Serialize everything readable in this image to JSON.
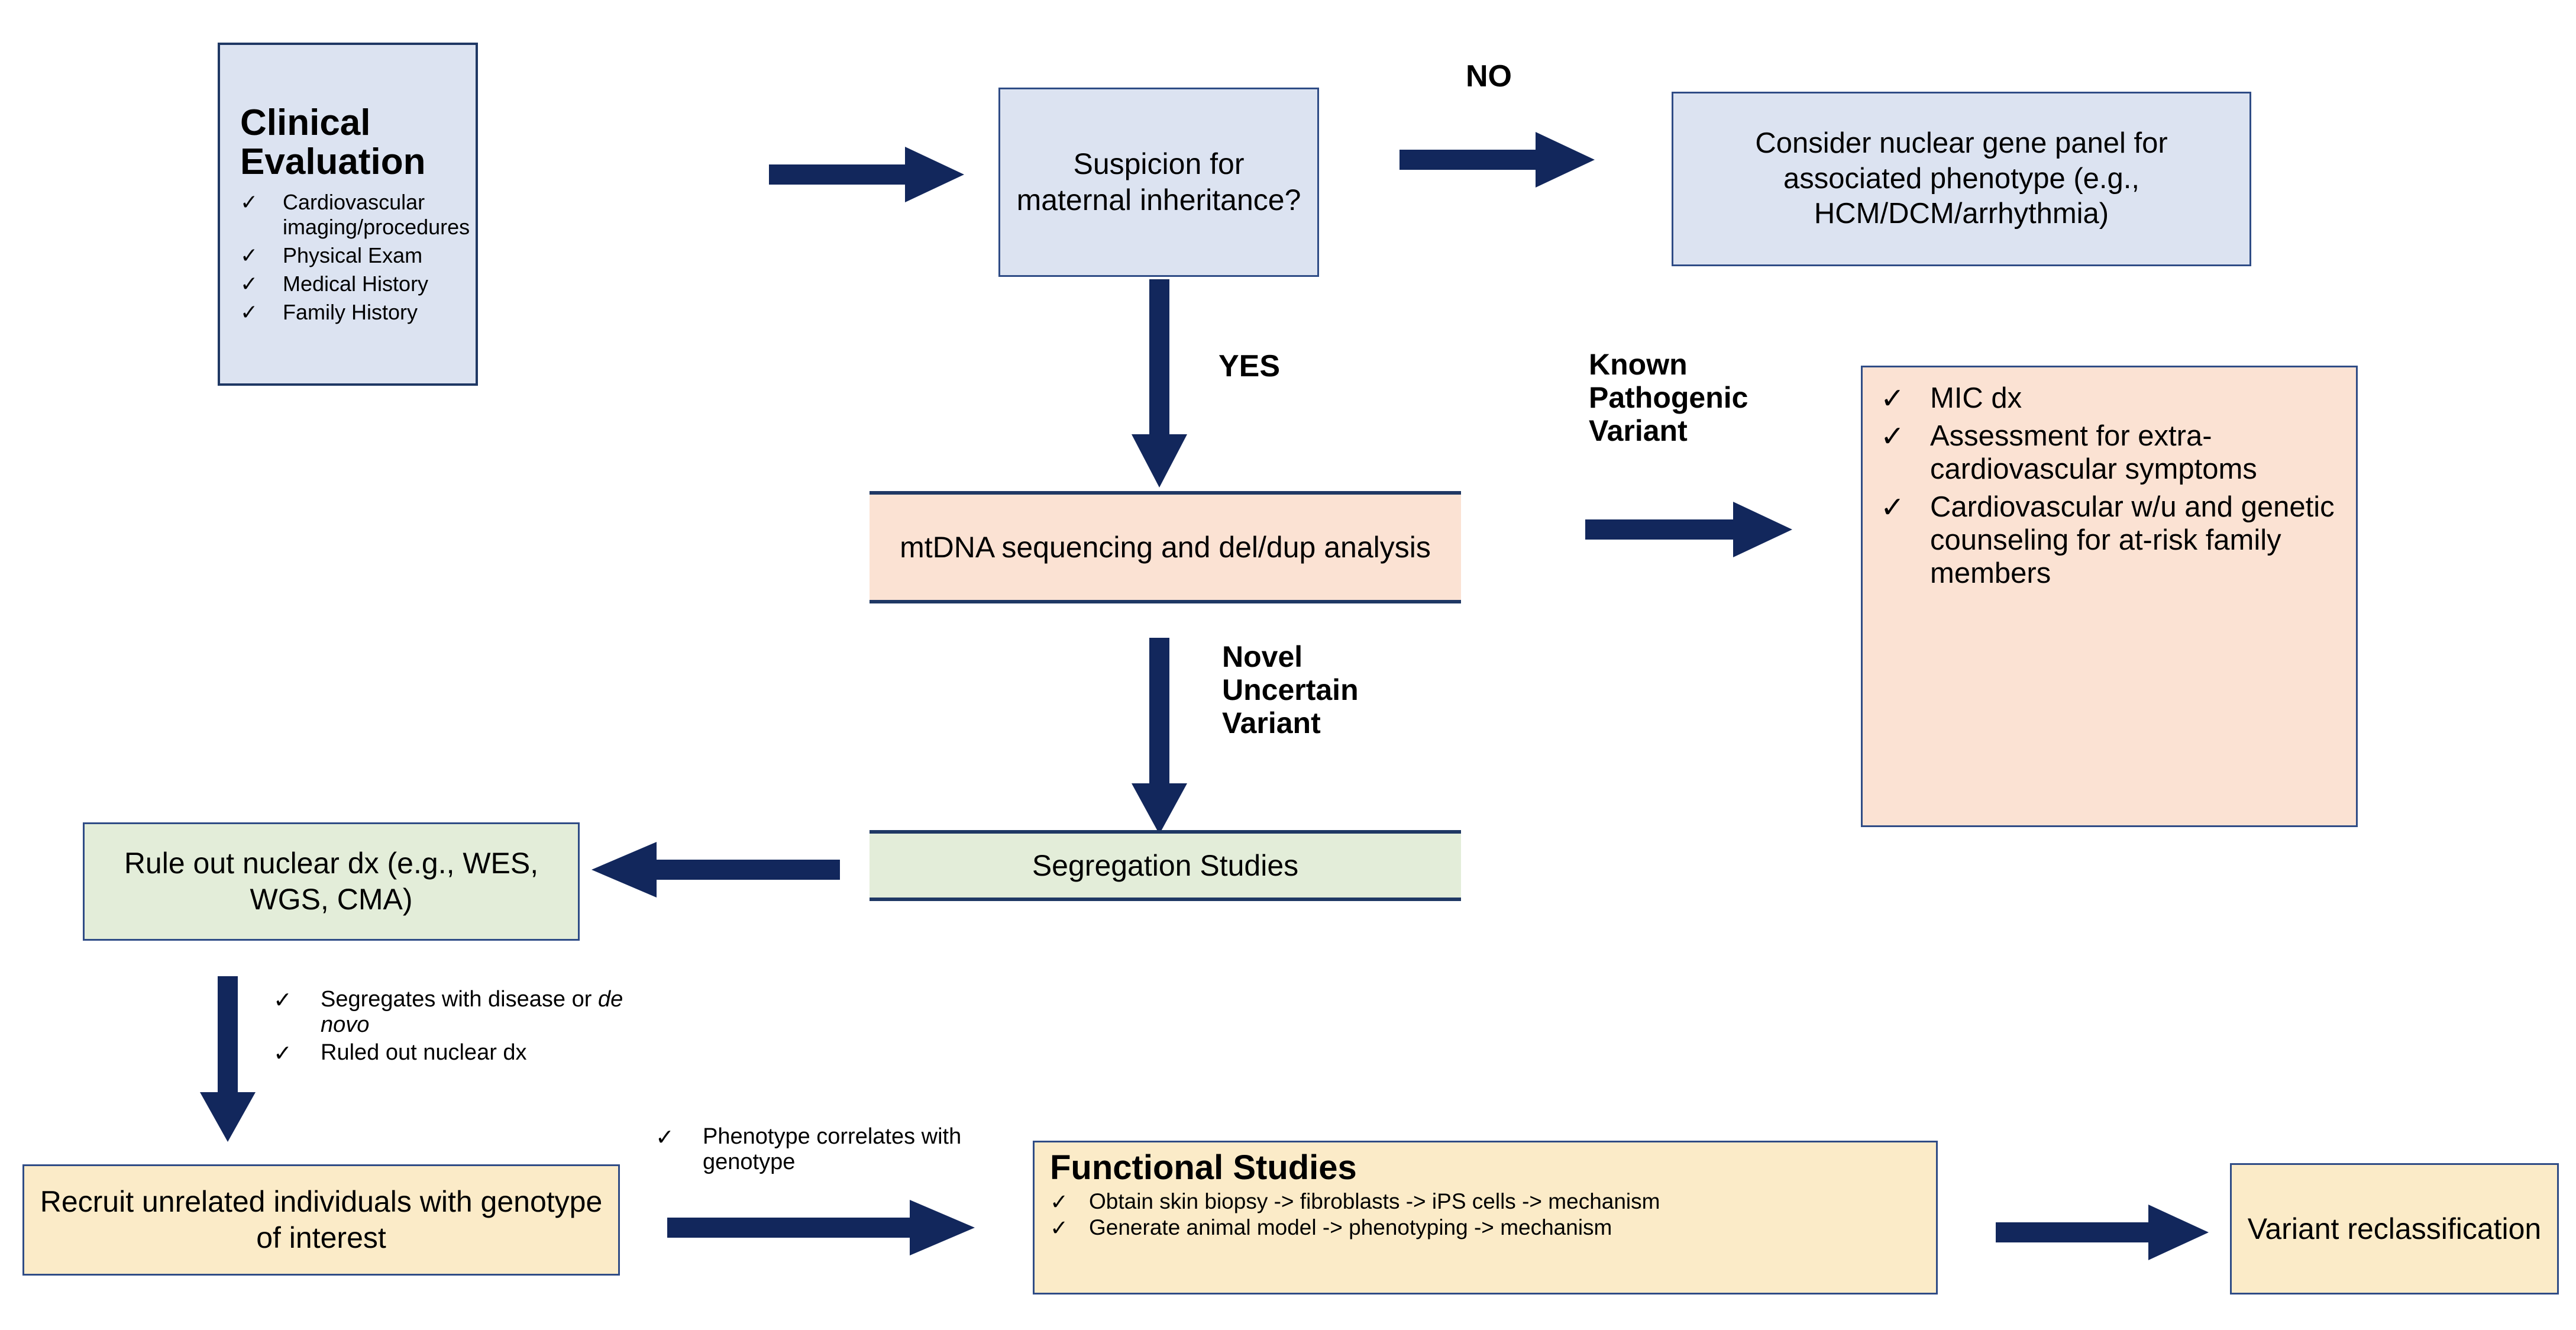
{
  "colors": {
    "arrow": "#12275C",
    "border_navy": "#1F3864",
    "fill_blue": "#DCE3F1",
    "fill_peach": "#FBE2D3",
    "fill_green": "#E3EDD9",
    "fill_yellow": "#FBEBC8",
    "text": "#000000"
  },
  "nodes": {
    "clinical_evaluation": {
      "title": "Clinical Evaluation",
      "items": [
        "Cardiovascular imaging/procedures",
        "Physical Exam",
        "Medical History",
        "Family History"
      ]
    },
    "suspicion": {
      "text": "Suspicion for maternal inheritance?"
    },
    "nuclear_panel": {
      "text": "Consider nuclear gene panel for associated phenotype (e.g., HCM/DCM/arrhythmia)"
    },
    "mtdna": {
      "text": "mtDNA sequencing and del/dup analysis"
    },
    "mic_outcomes": {
      "items": [
        "MIC dx",
        "Assessment for extra-cardiovascular symptoms",
        "Cardiovascular w/u and genetic counseling for at-risk family members"
      ]
    },
    "segregation": {
      "text": "Segregation Studies"
    },
    "rule_out_nuclear": {
      "text": "Rule out nuclear dx (e.g., WES, WGS, CMA)"
    },
    "recruit": {
      "text": "Recruit unrelated individuals with genotype of interest"
    },
    "functional_studies": {
      "title": "Functional Studies",
      "items": [
        "Obtain skin biopsy -> fibroblasts  -> iPS cells -> mechanism",
        "Generate animal model -> phenotyping -> mechanism"
      ]
    },
    "variant_reclassification": {
      "text": "Variant reclassification"
    }
  },
  "edge_labels": {
    "no": "NO",
    "yes": "YES",
    "known_pathogenic_variant": "Known\nPathogenic\nVariant",
    "novel_uncertain_variant": "Novel\nUncertain\nVariant"
  },
  "annotations": {
    "segregation_criteria": {
      "items": [
        {
          "pre": "Segregates with disease or ",
          "italic": "de novo",
          "post": ""
        },
        {
          "pre": "Ruled out nuclear dx",
          "italic": "",
          "post": ""
        }
      ]
    },
    "phenotype_correlates": {
      "items": [
        "Phenotype correlates with genotype"
      ]
    }
  },
  "icons": {
    "check": "✓",
    "arrow_right": "arrow-right-icon",
    "arrow_left": "arrow-left-icon",
    "arrow_down": "arrow-down-icon"
  }
}
